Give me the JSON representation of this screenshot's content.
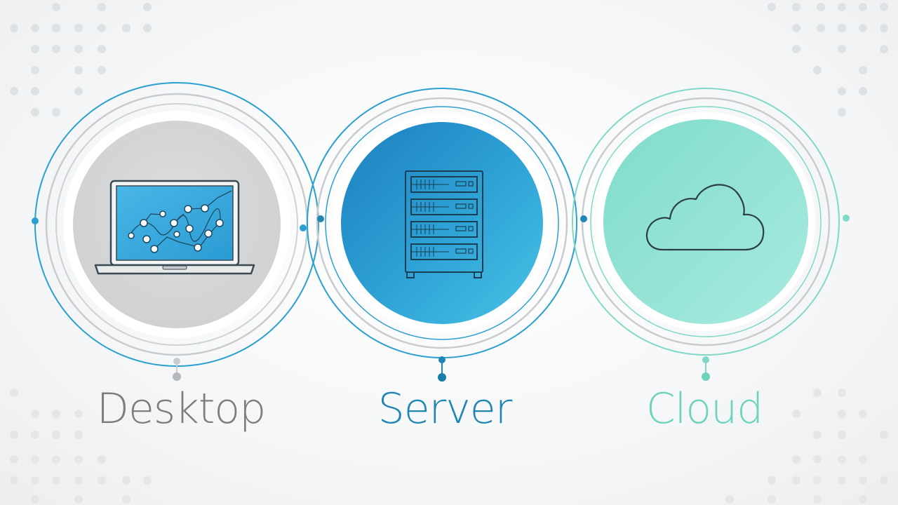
{
  "nodes": [
    {
      "id": "desktop",
      "label": "Desktop",
      "icon": "laptop-icon",
      "accent": "#2a9fd0",
      "fill": "#d5d7d9"
    },
    {
      "id": "server",
      "label": "Server",
      "icon": "server-rack-icon",
      "accent": "#1f86b4",
      "fill": "#2b9bd0"
    },
    {
      "id": "cloud",
      "label": "Cloud",
      "icon": "cloud-icon",
      "accent": "#6fd2bf",
      "fill": "#8fe0d2"
    }
  ],
  "colors": {
    "desktop_text": "#7d7d7d",
    "server_text": "#1f86b4",
    "cloud_text": "#6fd2bf",
    "ring_gray": "#c9ccce",
    "ring_blue": "#2a9fd0",
    "ring_teal": "#7fd8c8"
  }
}
